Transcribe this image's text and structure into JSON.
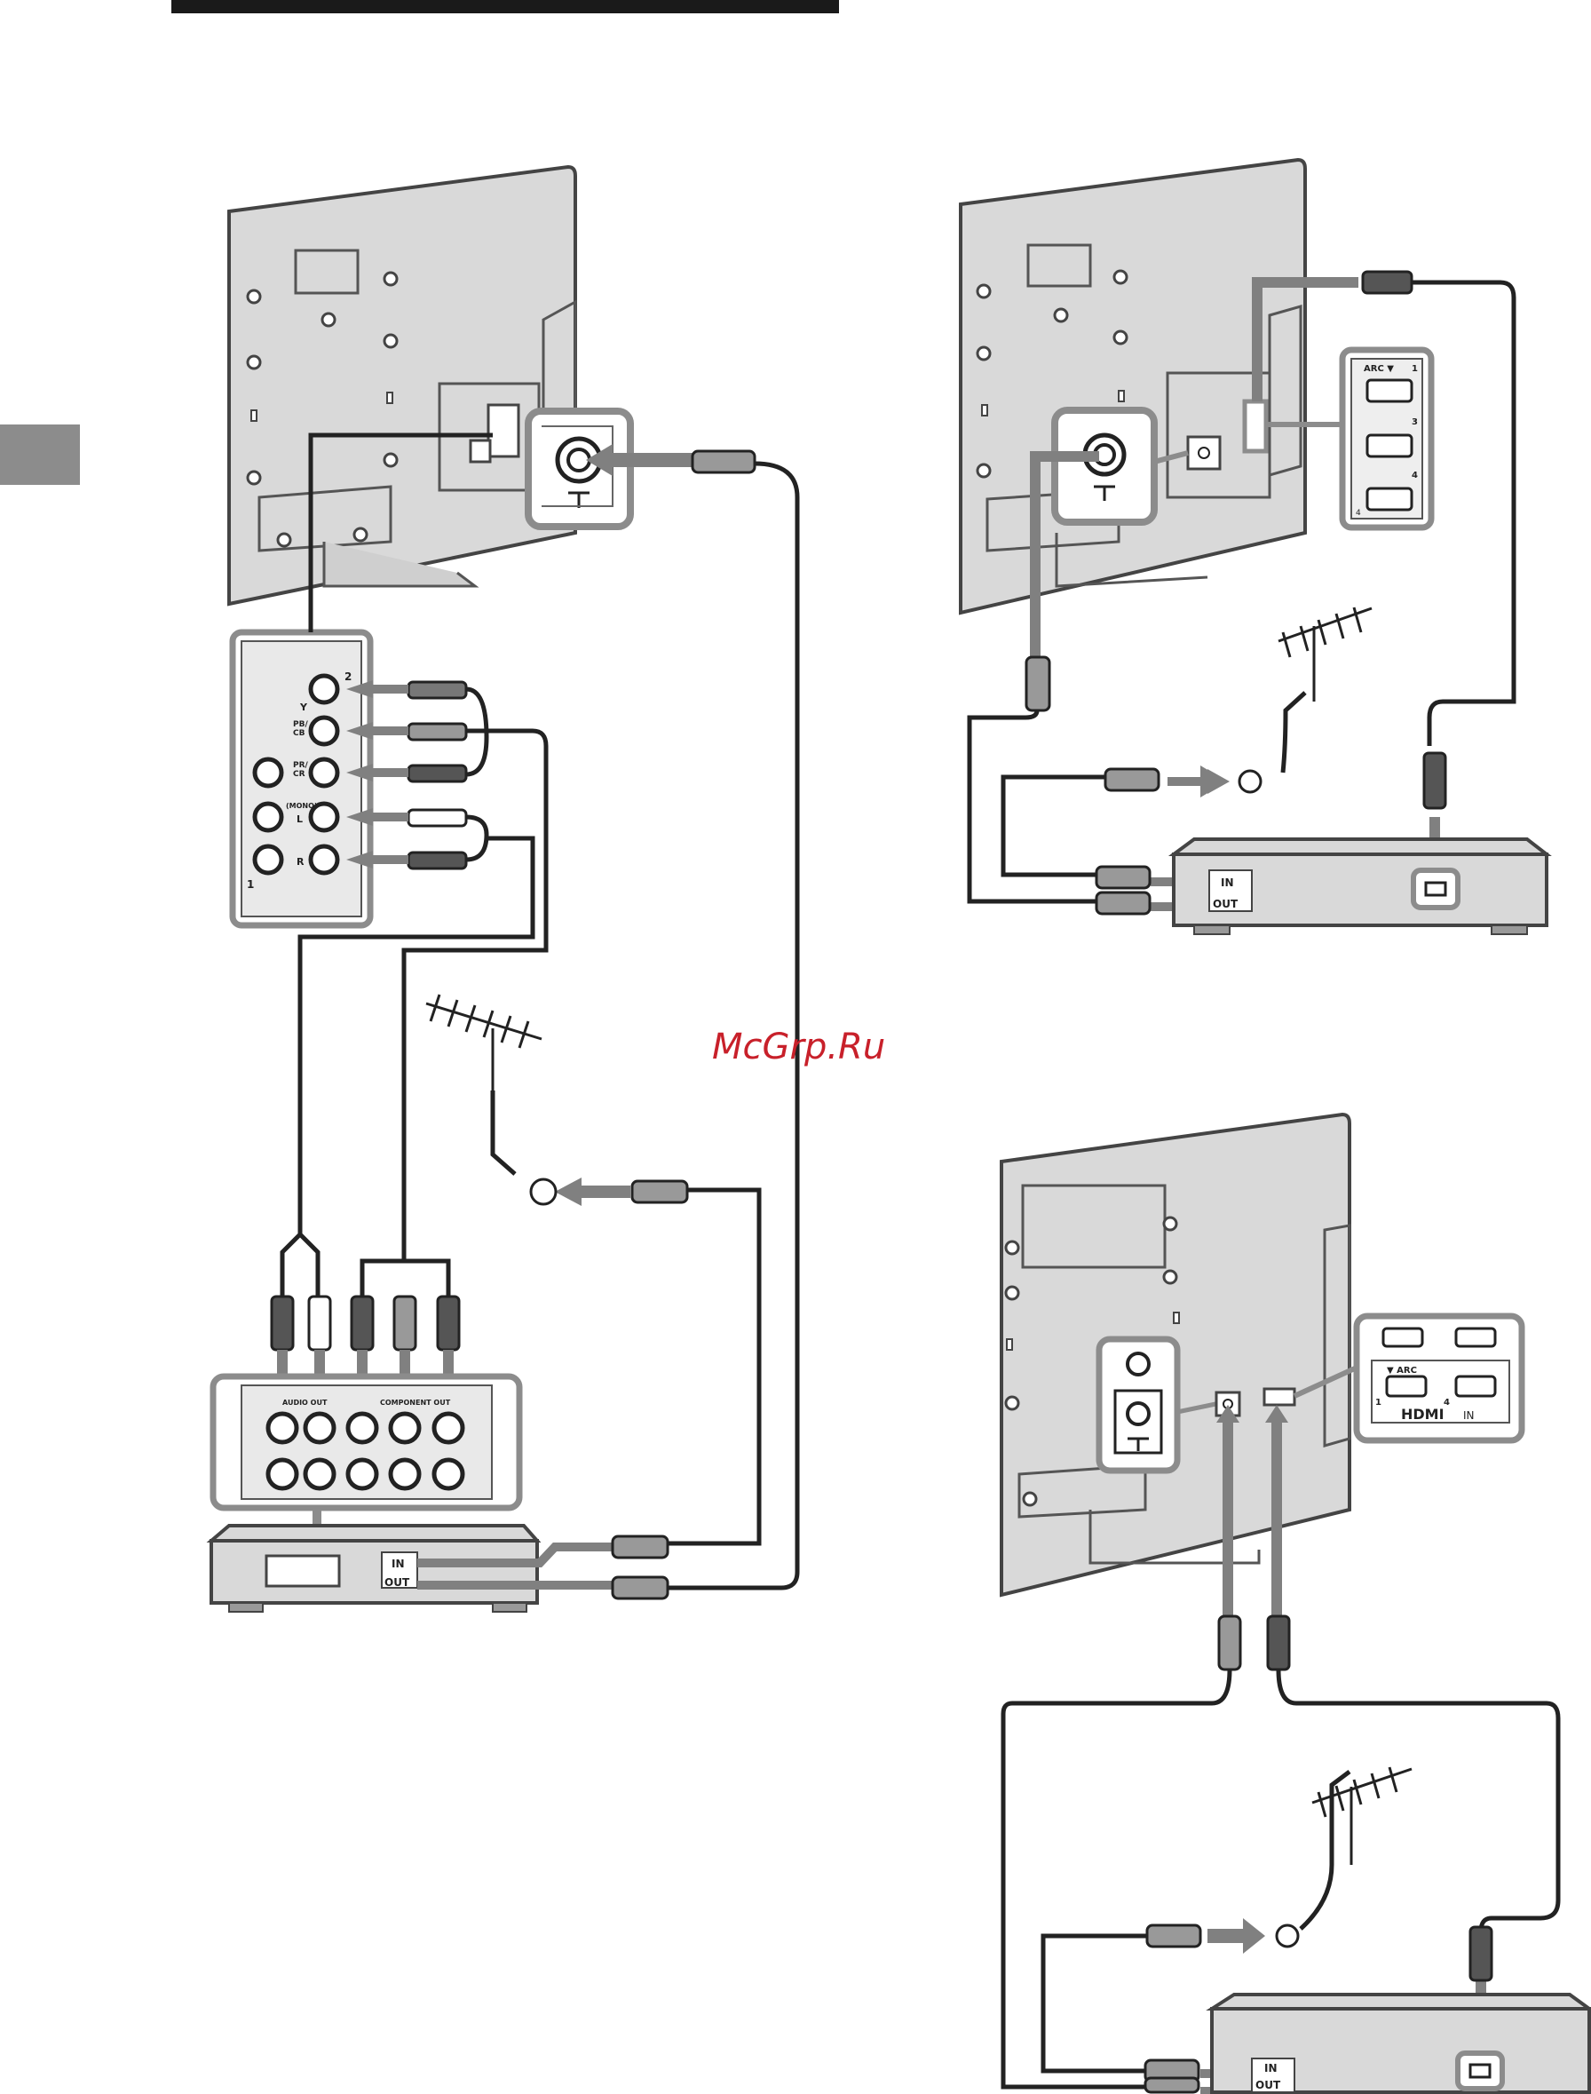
{
  "watermark": "McGrp.Ru",
  "colors": {
    "tv_body": "#d9d9d9",
    "tv_outline": "#444444",
    "highlight_frame": "#8c8c8c",
    "cable": "#222222",
    "arrow": "#808080",
    "section_tab": "#8c8c8c",
    "header_bar": "#1a1a1a",
    "watermark": "#c8202a"
  },
  "diagram_left": {
    "input_panel": {
      "input2_label": "2",
      "y_label": "Y",
      "pb_label": "PB/\nCB",
      "pr_label": "PR/\nCR",
      "mono_label": "(MONO)",
      "l_label": "L",
      "r_label": "R",
      "input1_label": "1"
    },
    "player_panel": {
      "audio_out_label": "AUDIO OUT",
      "component_out_label": "COMPONENT OUT"
    },
    "recorder": {
      "in_label": "IN",
      "out_label": "OUT"
    }
  },
  "diagram_top_right": {
    "hdmi_panel": {
      "port1_label": "ARC ▼",
      "port1_number": "1",
      "port3_number": "3",
      "port4_number": "4",
      "port4_side": "4"
    },
    "box": {
      "in_label": "IN",
      "out_label": "OUT"
    }
  },
  "diagram_bottom_right": {
    "hdmi_panel": {
      "arc_label": "▼ ARC",
      "port1_number": "1",
      "port4_number": "4",
      "hdmi_logo": "HDMI",
      "in_label": "IN"
    },
    "box": {
      "in_label": "IN",
      "out_label": "OUT"
    }
  }
}
